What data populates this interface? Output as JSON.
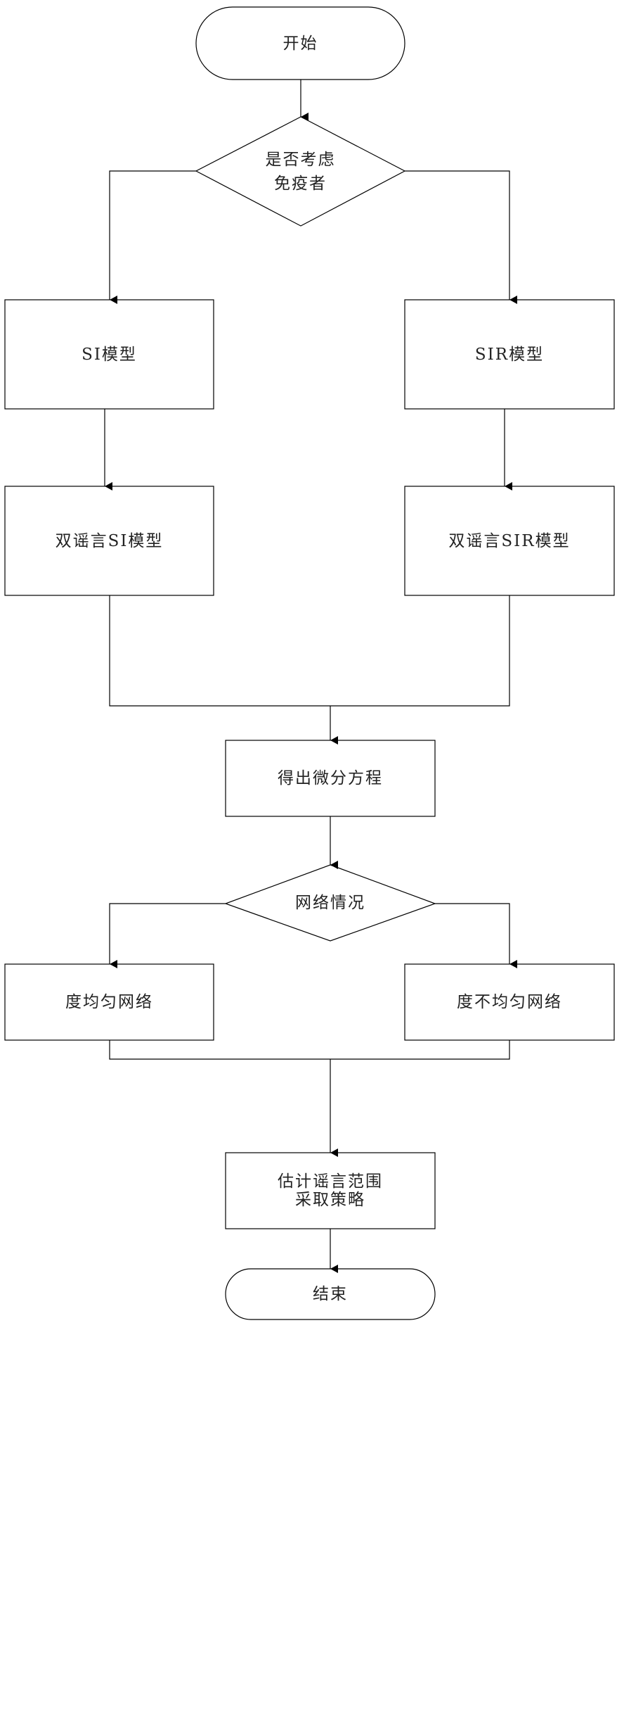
{
  "nodes": {
    "start": "开始",
    "decision_immune_line1": "是否考虑",
    "decision_immune_line2": "免疫者",
    "si_model": "SI模型",
    "sir_model": "SIR模型",
    "double_si": "双谣言SI模型",
    "double_sir": "双谣言SIR模型",
    "differential": "得出微分方程",
    "decision_network": "网络情况",
    "uniform": "度均匀网络",
    "nonuniform": "度不均匀网络",
    "estimate_line1": "估计谣言范围",
    "estimate_line2": "采取策略",
    "end": "结束"
  },
  "colors": {
    "stroke": "#000000",
    "text": "#222222"
  }
}
